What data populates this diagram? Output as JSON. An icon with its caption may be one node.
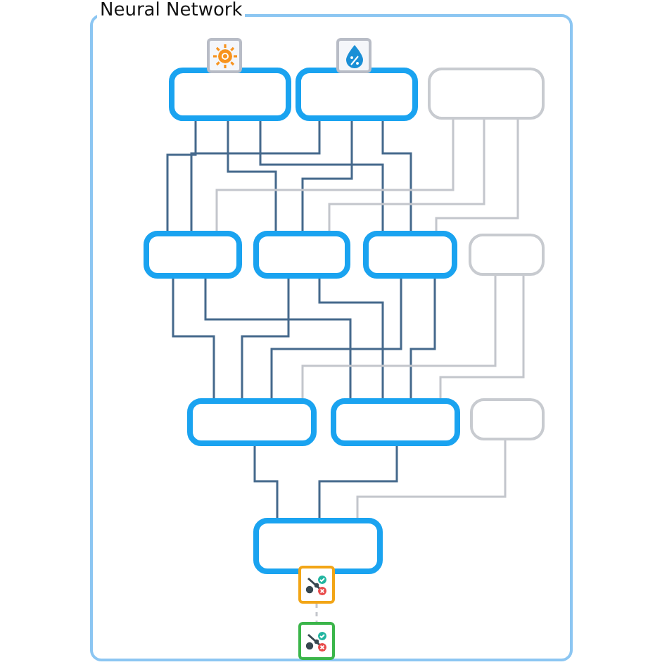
{
  "diagram": {
    "nodes": [
      {
        "text": [
          "Neural Network"
        ]
      },
      {
        "text": [],
        "shape": "box",
        "in": 0
      },
      {
        "text": [],
        "shape": "box",
        "in": 0
      },
      {
        "text": [],
        "shape": "box",
        "in": 0
      },
      {
        "text": [],
        "shape": "box",
        "in": 0
      },
      {
        "text": [],
        "shape": "box",
        "in": 0
      },
      {
        "text": [],
        "shape": "box",
        "in": 0
      },
      {
        "text": [],
        "shape": "box",
        "in": 0
      },
      {
        "text": [],
        "shape": "box",
        "in": 0
      },
      {
        "text": [],
        "shape": "box",
        "in": 0
      },
      {
        "text": [],
        "shape": "box",
        "in": 0
      },
      {
        "text": [],
        "shape": "box",
        "in": 0
      },
      {
        "text": [],
        "shape": "picture",
        "in": 0
      },
      {
        "text": [],
        "shape": "picture",
        "in": 0
      }
    ],
    "edges": [
      {
        "from": 1,
        "to": 4,
        "arrow": "none"
      },
      {
        "from": 1,
        "to": 5,
        "arrow": "none"
      },
      {
        "from": 1,
        "to": 6,
        "arrow": "none"
      },
      {
        "from": 2,
        "to": 4,
        "arrow": "none"
      },
      {
        "from": 2,
        "to": 5,
        "arrow": "none"
      },
      {
        "from": 2,
        "to": 6,
        "arrow": "none"
      },
      {
        "from": 3,
        "to": 4,
        "arrow": "none",
        "color": "#c3c6cc"
      },
      {
        "from": 3,
        "to": 5,
        "arrow": "none",
        "color": "#c3c6cc"
      },
      {
        "from": 3,
        "to": 6,
        "arrow": "none",
        "color": "#c3c6cc"
      },
      {
        "from": 4,
        "to": 8,
        "arrow": "none"
      },
      {
        "from": 4,
        "to": 9,
        "arrow": "none"
      },
      {
        "from": 5,
        "to": 8,
        "arrow": "none"
      },
      {
        "from": 5,
        "to": 9,
        "arrow": "none"
      },
      {
        "from": 6,
        "to": 8,
        "arrow": "none"
      },
      {
        "from": 6,
        "to": 9,
        "arrow": "none"
      },
      {
        "from": 7,
        "to": 8,
        "arrow": "none",
        "color": "#c3c6cc"
      },
      {
        "from": 7,
        "to": 9,
        "arrow": "none",
        "color": "#c3c6cc"
      },
      {
        "from": 8,
        "to": 11,
        "arrow": "none"
      },
      {
        "from": 9,
        "to": 11,
        "arrow": "none"
      },
      {
        "from": 10,
        "to": 11,
        "arrow": "none",
        "color": "#c3c6cc"
      },
      {
        "from": 12,
        "to": 13,
        "arrow": "none",
        "style": "dashed",
        "color": "#c3c6cc"
      }
    ]
  }
}
